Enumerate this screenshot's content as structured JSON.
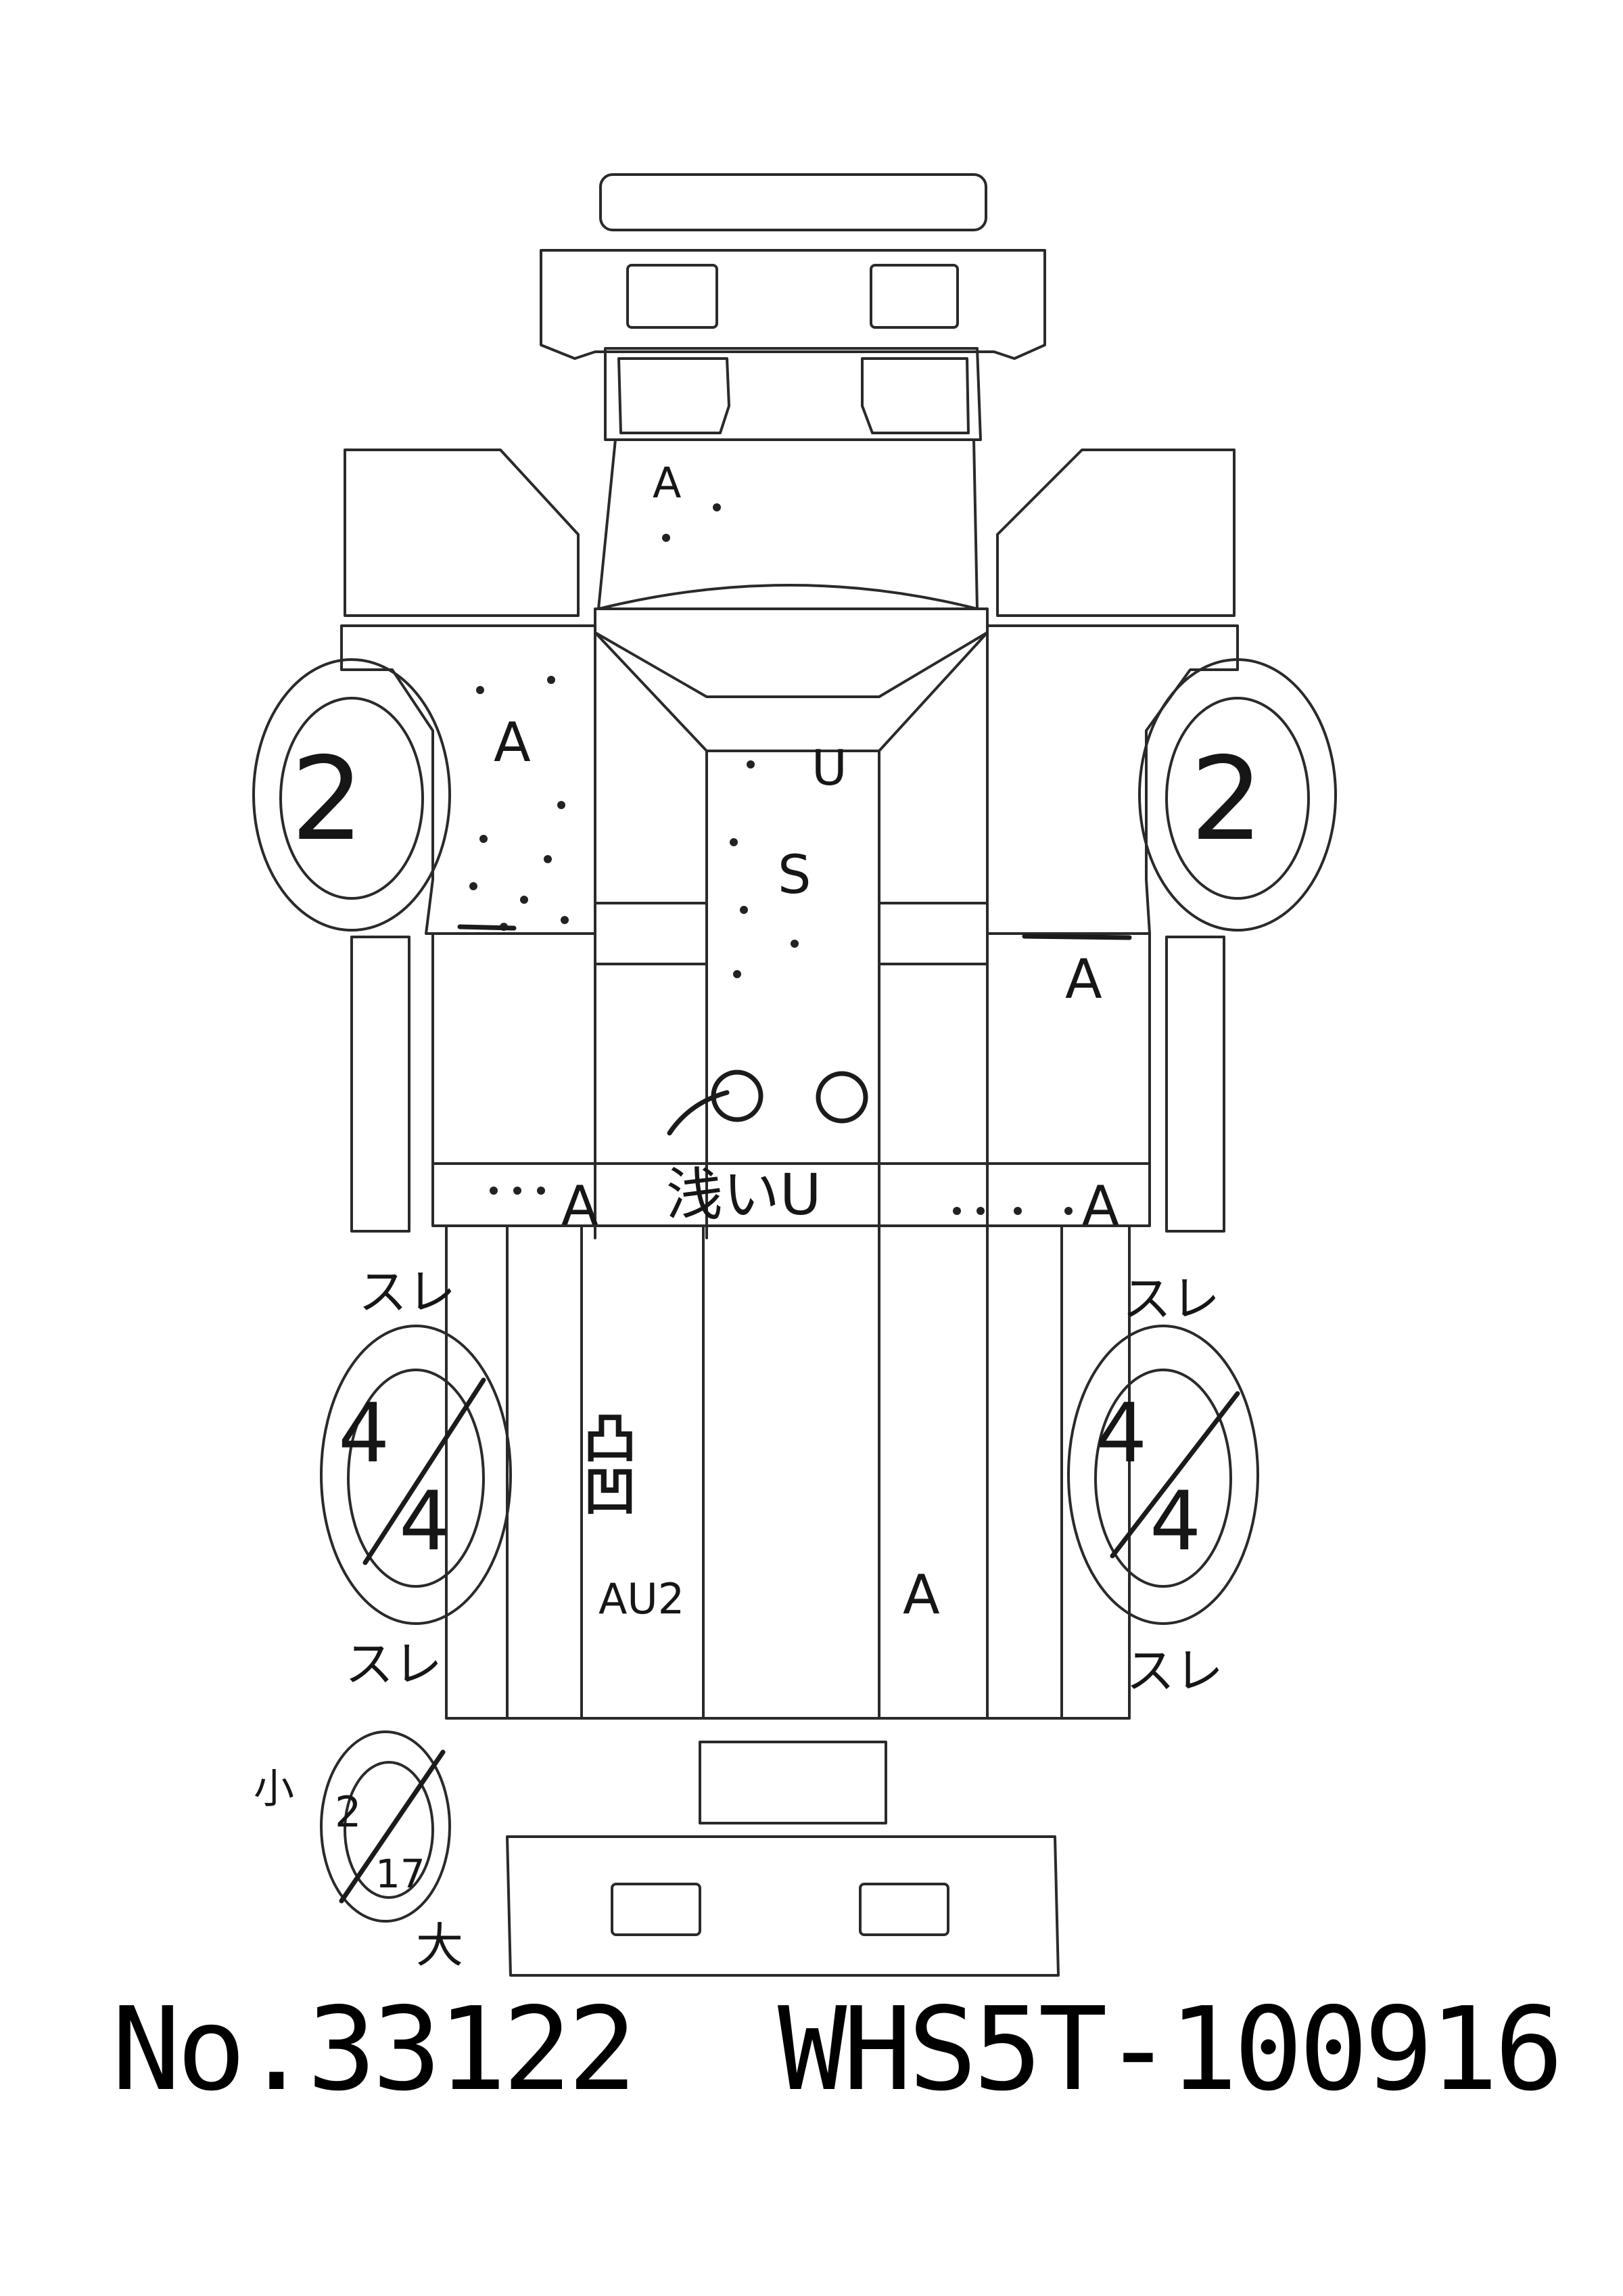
{
  "notes": {
    "hood": "A",
    "left_front_fender": "A",
    "roof_u": "U",
    "roof_s": "S",
    "right_front_door": "A",
    "left_sill": "A",
    "center_mark": "浅いU",
    "right_sill": "A",
    "left_rear_panel": "AU2",
    "right_rear_panel": "A",
    "dent_mark": "凸凹"
  },
  "tires": {
    "front_left": "2",
    "front_right": "2",
    "rear_left_top": "4",
    "rear_left_bottom": "4",
    "rear_right_top": "4",
    "rear_right_bottom": "4",
    "spare_top": "2",
    "spare_bottom": "17",
    "spare_small": "小",
    "spare_large": "大"
  },
  "scratch_labels": {
    "rear_left_upper": "スレ",
    "rear_left_lower": "スレ",
    "rear_right_upper": "スレ",
    "rear_right_lower": "スレ"
  },
  "footer": {
    "number": "No.33122",
    "chassis": "WHS5T-100916"
  }
}
